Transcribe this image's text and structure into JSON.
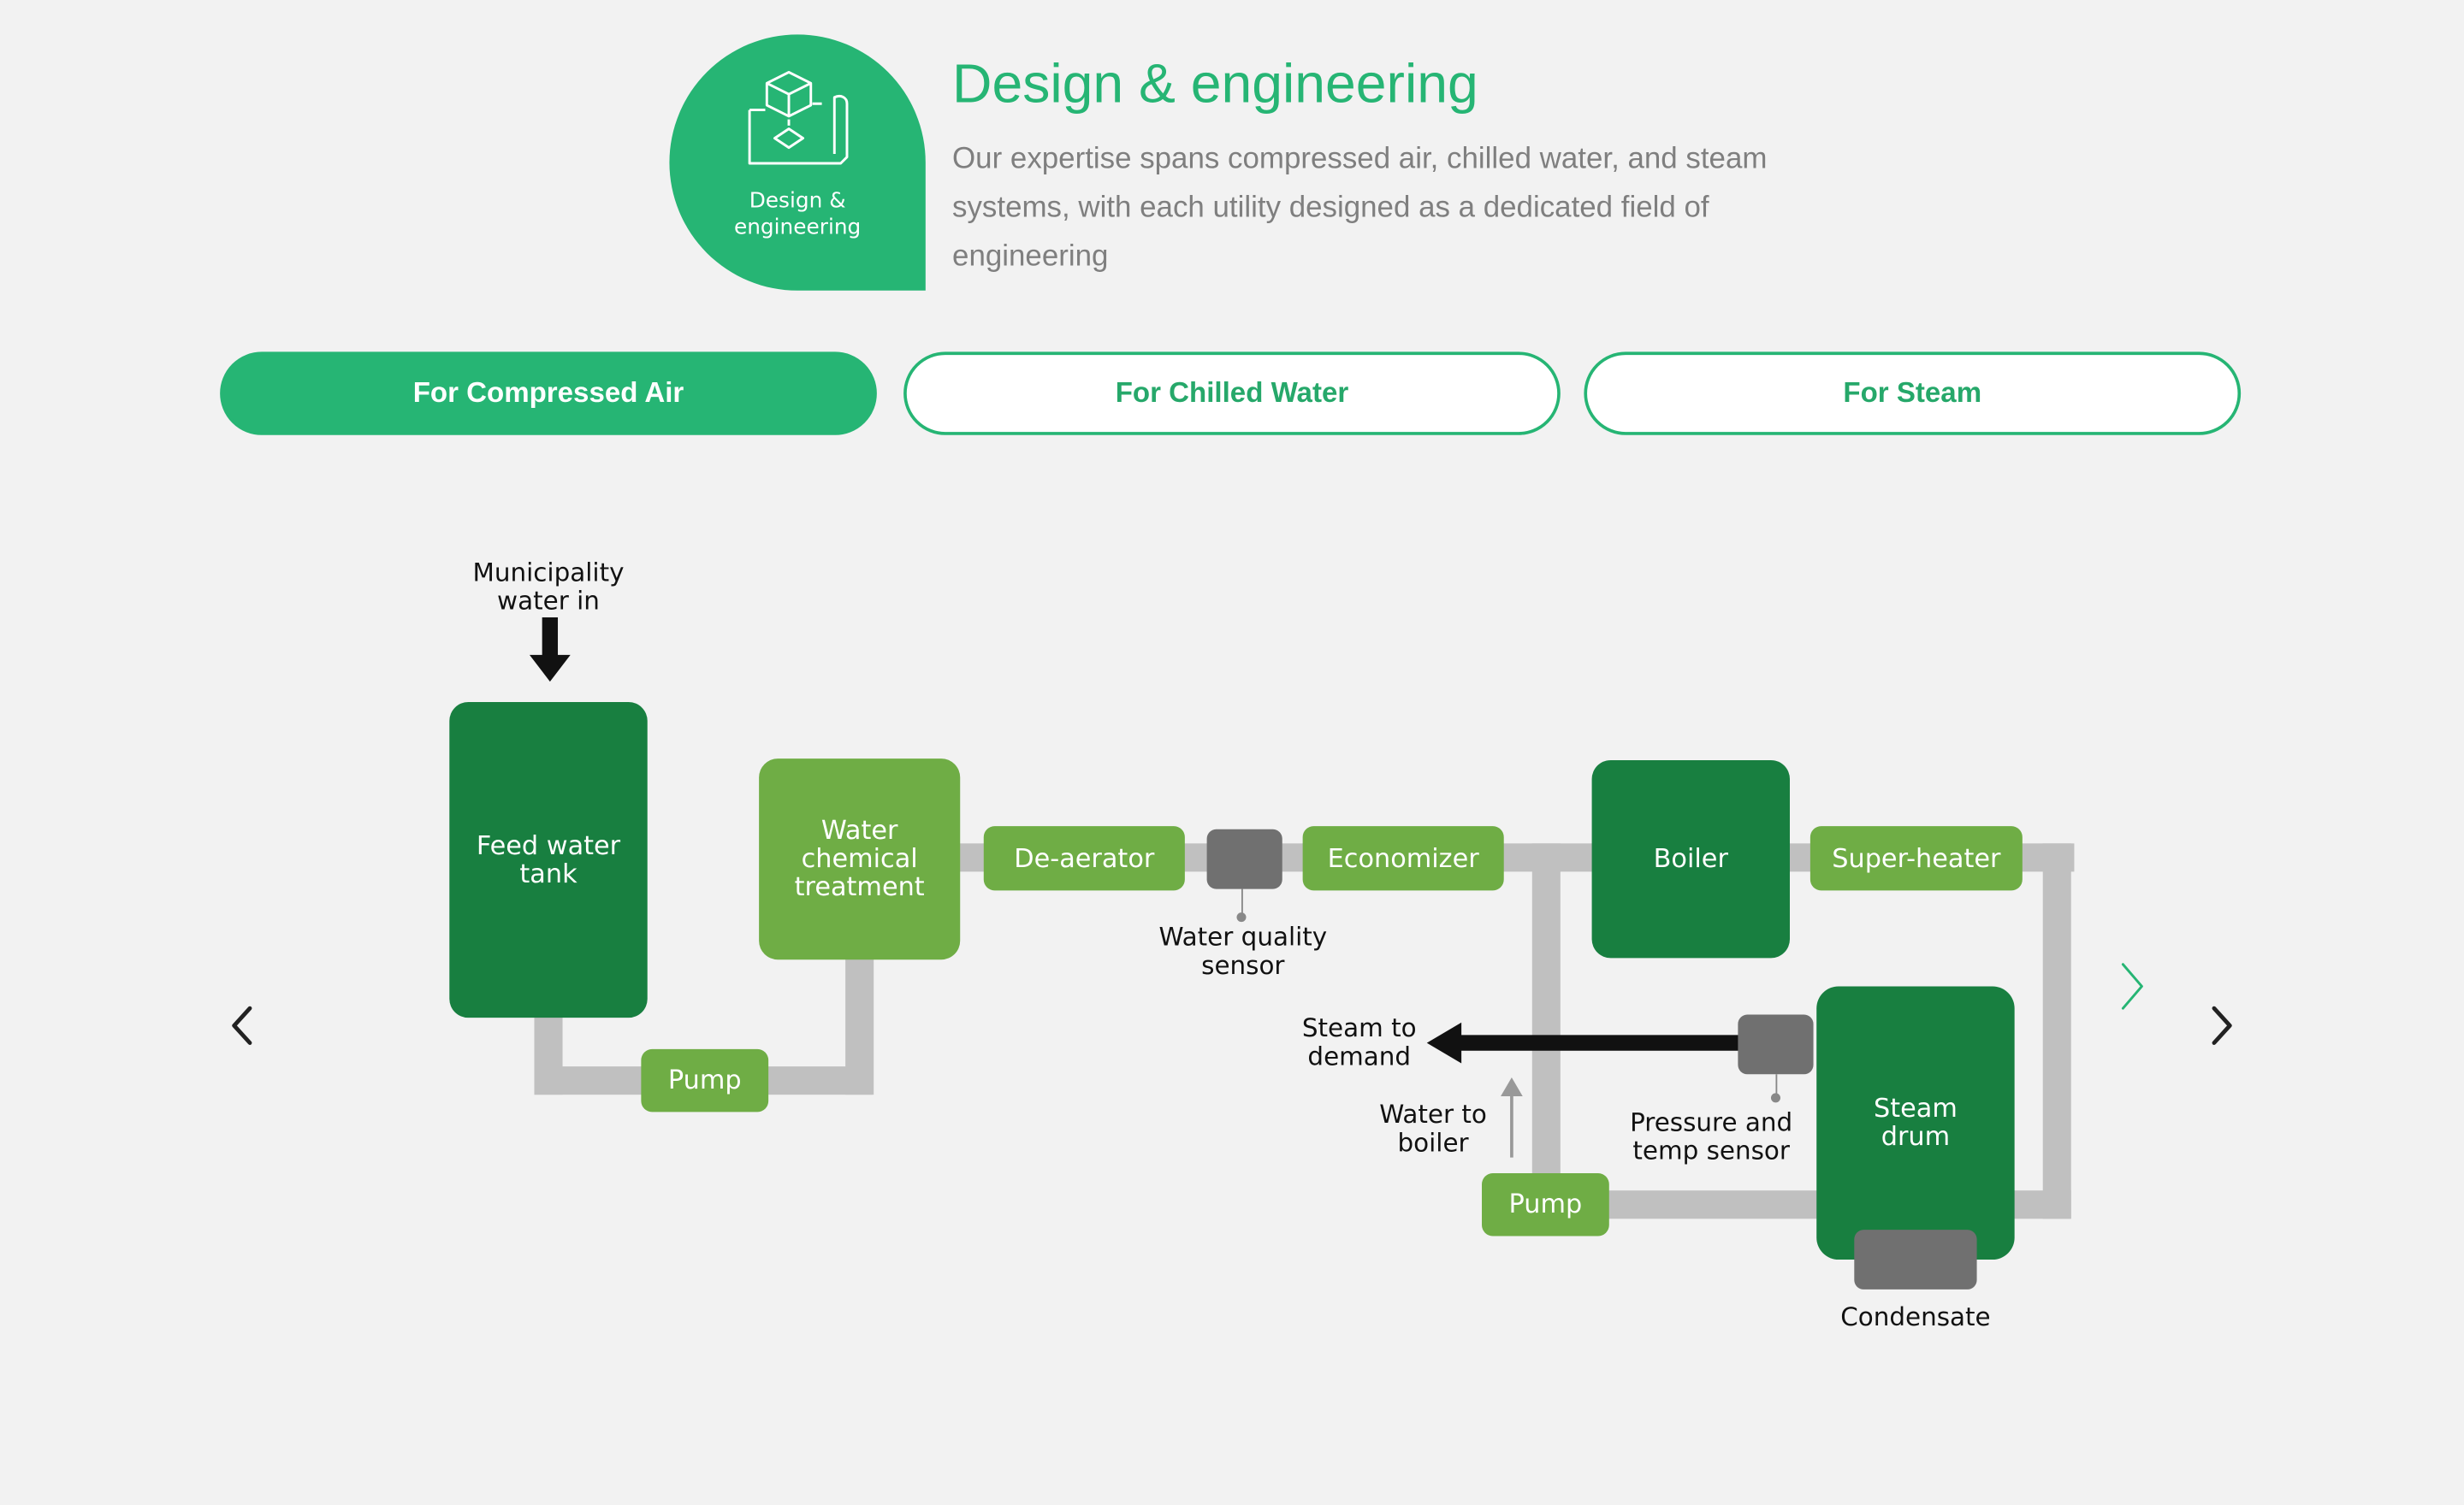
{
  "header": {
    "badge_label": "Design &\nengineering",
    "title": "Design & engineering",
    "description": "Our expertise spans compressed air, chilled water, and steam systems, with each utility designed as a dedicated field of engineering"
  },
  "tabs": [
    {
      "label": "For Compressed Air",
      "active": true
    },
    {
      "label": "For Chilled Water",
      "active": false
    },
    {
      "label": "For Steam",
      "active": false
    }
  ],
  "diagram": {
    "municipality_label": [
      "Municipality",
      "water in"
    ],
    "feed_water_tank": [
      "Feed water",
      "tank"
    ],
    "water_chemical_treatment": [
      "Water",
      "chemical",
      "treatment"
    ],
    "pump_left": "Pump",
    "de_aerator": "De-aerator",
    "water_quality_sensor": [
      "Water quality",
      "sensor"
    ],
    "economizer": "Economizer",
    "boiler": "Boiler",
    "super_heater": "Super-heater",
    "steam_drum": [
      "Steam",
      "drum"
    ],
    "steam_to_demand": [
      "Steam to",
      "demand"
    ],
    "water_to_boiler": [
      "Water to",
      "boiler"
    ],
    "pressure_temp_sensor": [
      "Pressure and",
      "temp sensor"
    ],
    "pump_right": "Pump",
    "condensate": "Condensate"
  },
  "icons": {
    "badge": "blueprint-cube-icon",
    "prev": "chevron-left-icon",
    "next": "chevron-right-icon",
    "slide_next": "thin-chevron-right-icon"
  },
  "colors": {
    "brand_green": "#26b574",
    "dark_green": "#187f40",
    "light_green": "#6fad45",
    "pipe_grey": "#c0c0c0",
    "sensor_grey": "#707070"
  }
}
